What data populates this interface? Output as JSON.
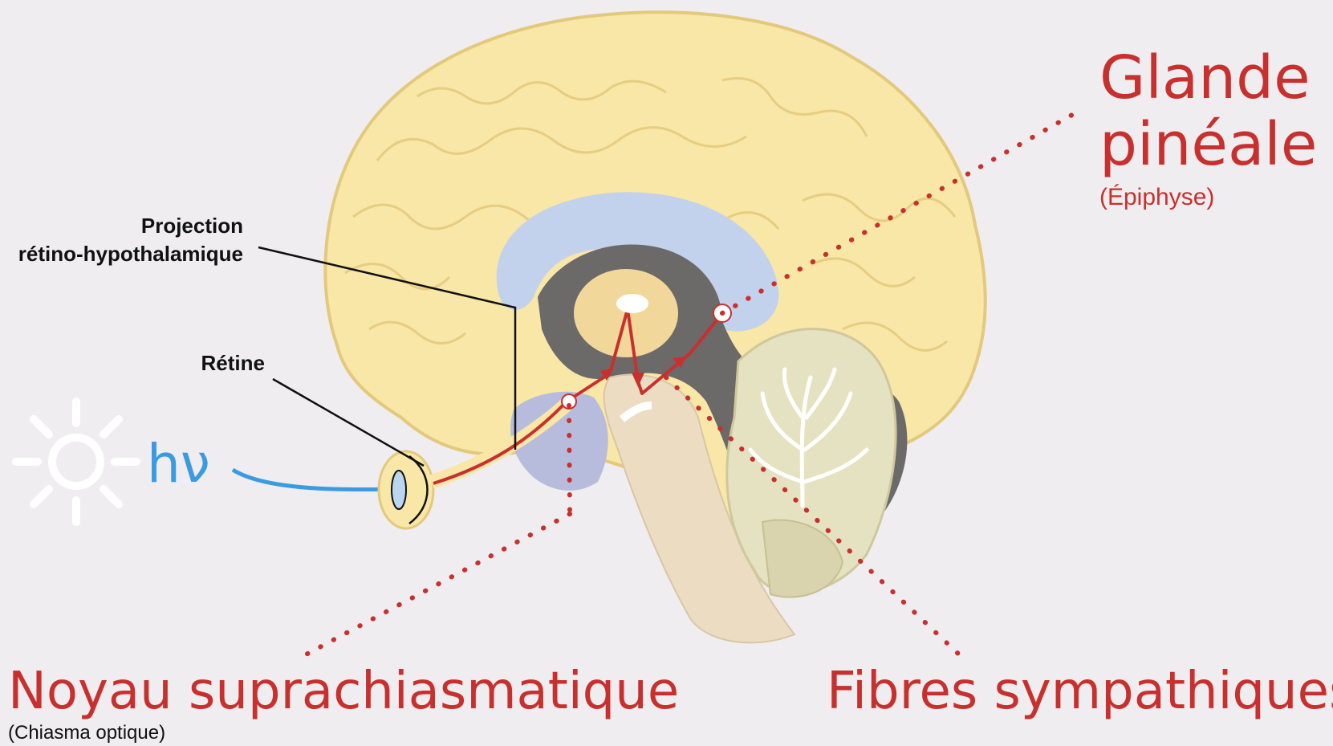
{
  "labels": {
    "glande_line1": "Glande",
    "glande_line2": "pinéale",
    "glande_sub": "(Épiphyse)",
    "noyau": "Noyau suprachiasmatique",
    "noyau_sub": "(Chiasma optique)",
    "fibres": "Fibres sympathiques",
    "projection_line1": "Projection",
    "projection_line2": "rétino-hypothalamique",
    "retine": "Rétine",
    "light": "hν"
  },
  "colors": {
    "background": "#efedf0",
    "cortex": "#f8e7a6",
    "cortex_stroke": "#e3c97c",
    "ventricle": "#c3d2ec",
    "brainstem": "#ebdcc2",
    "cerebellum": "#e5e2c1",
    "dark_region": "#6b6a69",
    "pathway": "#c8302e",
    "light_ray": "#3a9be0",
    "sun": "#ffffff",
    "text": "#111111"
  },
  "icons": {
    "sun": "sun-icon",
    "eye": "eye-icon"
  }
}
